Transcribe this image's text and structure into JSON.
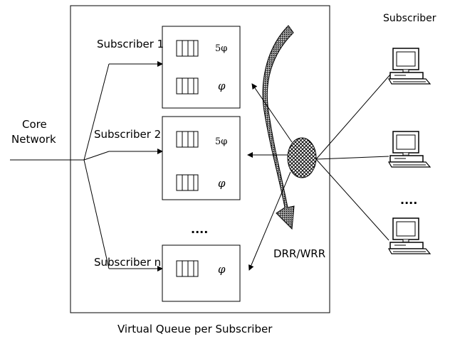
{
  "labels": {
    "core_network_line1": "Core",
    "core_network_line2": "Network",
    "subscriber_header": "Subscriber",
    "caption": "Virtual Queue per Subscriber",
    "scheduler": "DRR/WRR",
    "queue_ellipsis": "....",
    "pc_ellipsis": "...."
  },
  "subscribers": [
    {
      "label": "Subscriber 1",
      "queue_top_weight": "5φ",
      "queue_bottom_weight": "φ"
    },
    {
      "label": "Subscriber 2",
      "queue_top_weight": "5φ",
      "queue_bottom_weight": "φ"
    },
    {
      "label": "Subscriber n",
      "queue_weight": "φ"
    }
  ],
  "icons": {
    "computer": "desktop-computer-icon",
    "queue": "queue-buffer-icon",
    "scheduler": "round-robin-scheduler-icon"
  }
}
